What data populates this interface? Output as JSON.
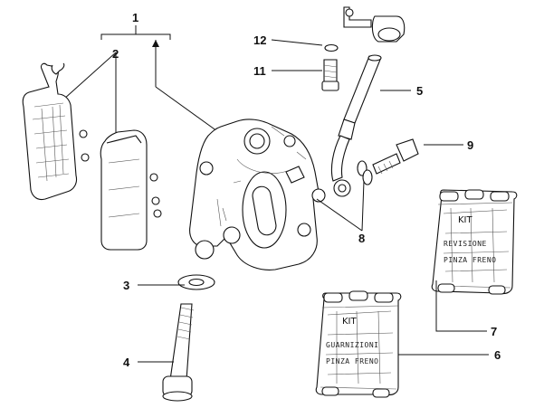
{
  "callouts": [
    {
      "id": "1",
      "label": "1"
    },
    {
      "id": "2",
      "label": "2"
    },
    {
      "id": "3",
      "label": "3"
    },
    {
      "id": "4",
      "label": "4"
    },
    {
      "id": "5",
      "label": "5"
    },
    {
      "id": "6",
      "label": "6"
    },
    {
      "id": "7",
      "label": "7"
    },
    {
      "id": "8",
      "label": "8"
    },
    {
      "id": "9",
      "label": "9"
    },
    {
      "id": "11",
      "label": "11"
    },
    {
      "id": "12",
      "label": "12"
    }
  ],
  "kit_back": {
    "line1": "KIT",
    "line2": "REVISIONE",
    "line3": "PINZA FRENO"
  },
  "kit_front": {
    "line1": "KIT",
    "line2": "GUARNIZIONI",
    "line3": "PINZA FRENO"
  }
}
